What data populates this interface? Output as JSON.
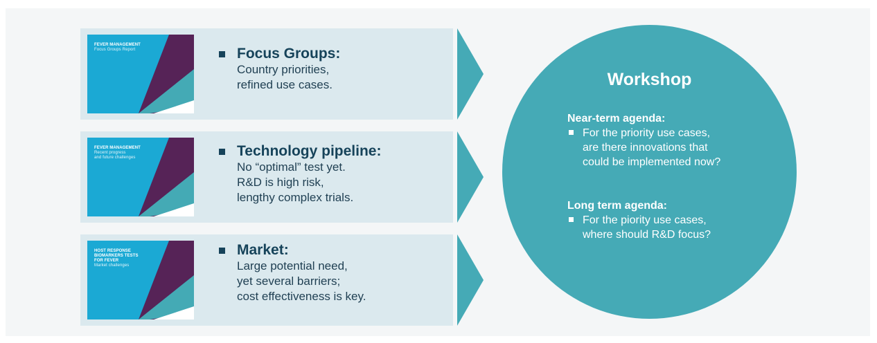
{
  "colors": {
    "panel_bg": "#f4f6f7",
    "row_bg": "#dbe9ee",
    "thumb_blue": "#1ba9d4",
    "thumb_purple": "#562357",
    "thumb_teal": "#44aab5",
    "heading_navy": "#16435a",
    "circle_teal": "#45aab6"
  },
  "rows": [
    {
      "thumb_title": "FEVER MANAGEMENT",
      "thumb_subtitle": "Focus Groups Report",
      "heading": "Focus Groups:",
      "body": "Country priorities,\nrefined use cases."
    },
    {
      "thumb_title": "FEVER MANAGEMENT",
      "thumb_subtitle": "Recent progress\nand future challenges",
      "heading": "Technology pipeline:",
      "body": "No “optimal” test yet.\nR&D is high risk,\nlengthy complex trials."
    },
    {
      "thumb_title": "HOST RESPONSE\nBIOMARKERS TESTS\nFOR FEVER",
      "thumb_subtitle": "Market challenges",
      "heading": "Market:",
      "body": "Large potential need,\nyet several barriers;\ncost effectiveness is key."
    }
  ],
  "workshop": {
    "title": "Workshop",
    "near_term": {
      "heading": "Near-term agenda:",
      "item": "For the priority use cases,\nare there innovations that\ncould be implemented now?"
    },
    "long_term": {
      "heading": "Long term agenda:",
      "item": "For the piority use cases,\nwhere should R&D focus?"
    }
  }
}
